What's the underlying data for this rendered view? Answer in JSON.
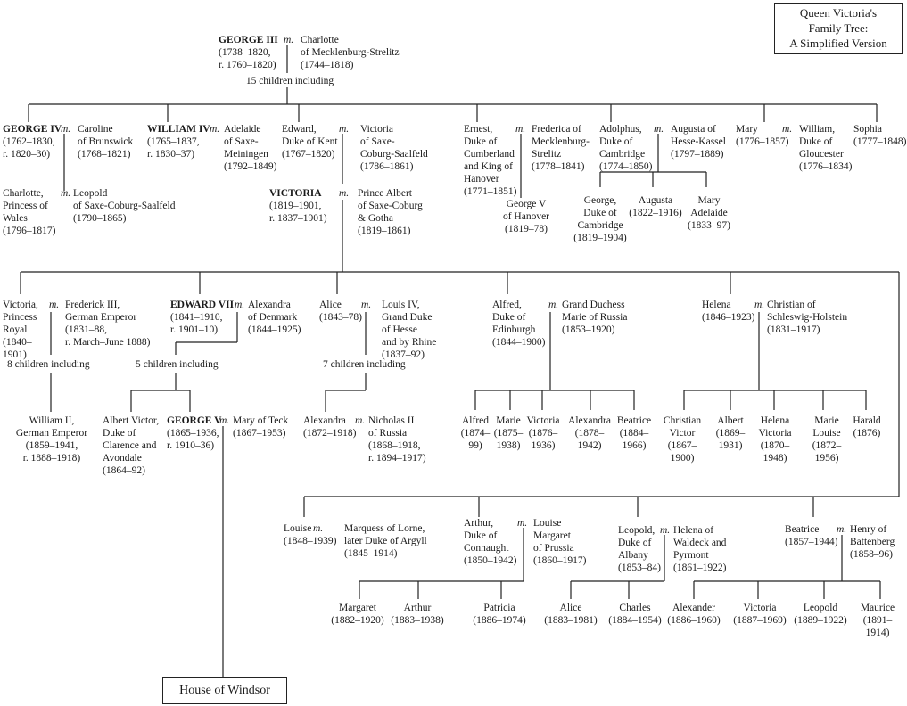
{
  "title": "Queen Victoria's\nFamily Tree:\nA Simplified Version",
  "marriage_mark": "m.",
  "house": "House of Windsor",
  "counts": {
    "g3": "15 children including",
    "vpr": "8 children including",
    "e7": "5 children including",
    "alice": "7 children including"
  },
  "p": {
    "g3": {
      "b": "GEORGE III",
      "t": "(1738–1820,\nr. 1760–1820)"
    },
    "charlotte": {
      "t": "Charlotte\nof Mecklenburg-Strelitz\n(1744–1818)"
    },
    "g4": {
      "b": "GEORGE IV",
      "t": "(1762–1830,\nr. 1820–30)"
    },
    "caroline": {
      "t": "Caroline\nof Brunswick\n(1768–1821)"
    },
    "w4": {
      "b": "WILLIAM IV",
      "t": "(1765–1837,\nr. 1830–37)"
    },
    "adelaide": {
      "t": "Adelaide\nof Saxe-\nMeiningen\n(1792–1849)"
    },
    "edward": {
      "t": "Edward,\nDuke of Kent\n(1767–1820)"
    },
    "vsc": {
      "t": "Victoria\nof Saxe-\nCoburg-Saalfeld\n(1786–1861)"
    },
    "ernest": {
      "t": "Ernest,\nDuke of\nCumberland\nand King of\nHanover\n(1771–1851)"
    },
    "frederica": {
      "t": "Frederica of\nMecklenburg-\nStrelitz\n(1778–1841)"
    },
    "adolphus": {
      "t": "Adolphus,\nDuke of\nCambridge\n(1774–1850)"
    },
    "augusta_hk": {
      "t": "Augusta of\nHesse-Kassel\n(1797–1889)"
    },
    "mary": {
      "t": "Mary\n(1776–1857)"
    },
    "william_g": {
      "t": "William,\nDuke of\nGloucester\n(1776–1834)"
    },
    "sophia": {
      "t": "Sophia\n(1777–1848)"
    },
    "charlotte_w": {
      "t": "Charlotte,\nPrincess of\nWales\n(1796–1817)"
    },
    "leopold_sc": {
      "t": "Leopold\nof Saxe-Coburg-Saalfeld\n(1790–1865)"
    },
    "victoria": {
      "b": "VICTORIA",
      "t": "(1819–1901,\nr. 1837–1901)"
    },
    "albert": {
      "t": "Prince Albert\nof Saxe-Coburg\n& Gotha\n(1819–1861)"
    },
    "g5h": {
      "t": "George V\nof Hanover\n(1819–78)"
    },
    "george_c": {
      "t": "George,\nDuke of\nCambridge\n(1819–1904)"
    },
    "augusta_c": {
      "t": "Augusta\n(1822–1916)"
    },
    "mary_ad": {
      "t": "Mary\nAdelaide\n(1833–97)"
    },
    "vpr": {
      "t": "Victoria,\nPrincess\nRoyal\n(1840–\n1901)"
    },
    "fred3": {
      "t": "Frederick III,\nGerman Emperor\n(1831–88,\nr. March–June 1888)"
    },
    "e7": {
      "b": "EDWARD VII",
      "t": "(1841–1910,\nr. 1901–10)"
    },
    "alexandra_d": {
      "t": "Alexandra\nof Denmark\n(1844–1925)"
    },
    "alice": {
      "t": "Alice\n(1843–78)"
    },
    "louis4": {
      "t": "Louis IV,\nGrand Duke\nof Hesse\nand by Rhine\n(1837–92)"
    },
    "alfred": {
      "t": "Alfred,\nDuke of\nEdinburgh\n(1844–1900)"
    },
    "marie_r": {
      "t": "Grand Duchess\nMarie of Russia\n(1853–1920)"
    },
    "helena": {
      "t": "Helena\n(1846–1923)"
    },
    "christian": {
      "t": "Christian of\nSchleswig-Holstein\n(1831–1917)"
    },
    "w2": {
      "t": "William II,\nGerman Emperor\n(1859–1941,\nr. 1888–1918)"
    },
    "albert_v": {
      "t": "Albert Victor,\nDuke of\nClarence and\nAvondale\n(1864–92)"
    },
    "g5": {
      "b": "GEORGE V",
      "t": "(1865–1936,\nr. 1910–36)"
    },
    "mary_teck": {
      "t": "Mary of Teck\n(1867–1953)"
    },
    "alexandra_h": {
      "t": "Alexandra\n(1872–1918)"
    },
    "nicholas": {
      "t": "Nicholas II\nof Russia\n(1868–1918,\nr. 1894–1917)"
    },
    "e_alfred": {
      "t": "Alfred\n(1874–\n99)"
    },
    "e_marie": {
      "t": "Marie\n(1875–\n1938)"
    },
    "e_victoria": {
      "t": "Victoria\n(1876–\n1936)"
    },
    "e_alexandra": {
      "t": "Alexandra\n(1878–\n1942)"
    },
    "e_beatrice": {
      "t": "Beatrice\n(1884–\n1966)"
    },
    "h_christian": {
      "t": "Christian\nVictor\n(1867–\n1900)"
    },
    "h_albert": {
      "t": "Albert\n(1869–\n1931)"
    },
    "h_helena": {
      "t": "Helena\nVictoria\n(1870–\n1948)"
    },
    "h_marie": {
      "t": "Marie\nLouise\n(1872–\n1956)"
    },
    "h_harald": {
      "t": "Harald\n(1876)"
    },
    "louise": {
      "t": "Louise\n(1848–1939)"
    },
    "lorne": {
      "t": "Marquess of Lorne,\nlater Duke of Argyll\n(1845–1914)"
    },
    "arthur": {
      "t": "Arthur,\nDuke of\nConnaught\n(1850–1942)"
    },
    "louise_m": {
      "t": "Louise\nMargaret\nof Prussia\n(1860–1917)"
    },
    "leopold": {
      "t": "Leopold,\nDuke of\nAlbany\n(1853–84)"
    },
    "helena_w": {
      "t": "Helena of\nWaldeck and\nPyrmont\n(1861–1922)"
    },
    "beatrice": {
      "t": "Beatrice\n(1857–1944)"
    },
    "henry": {
      "t": "Henry of\nBattenberg\n(1858–96)"
    },
    "a_margaret": {
      "t": "Margaret\n(1882–1920)"
    },
    "a_arthur": {
      "t": "Arthur\n(1883–1938)"
    },
    "a_patricia": {
      "t": "Patricia\n(1886–1974)"
    },
    "l_alice": {
      "t": "Alice\n(1883–1981)"
    },
    "l_charles": {
      "t": "Charles\n(1884–1954)"
    },
    "b_alexander": {
      "t": "Alexander\n(1886–1960)"
    },
    "b_victoria": {
      "t": "Victoria\n(1887–1969)"
    },
    "b_leopold": {
      "t": "Leopold\n(1889–1922)"
    },
    "b_maurice": {
      "t": "Maurice\n(1891–1914)"
    }
  }
}
